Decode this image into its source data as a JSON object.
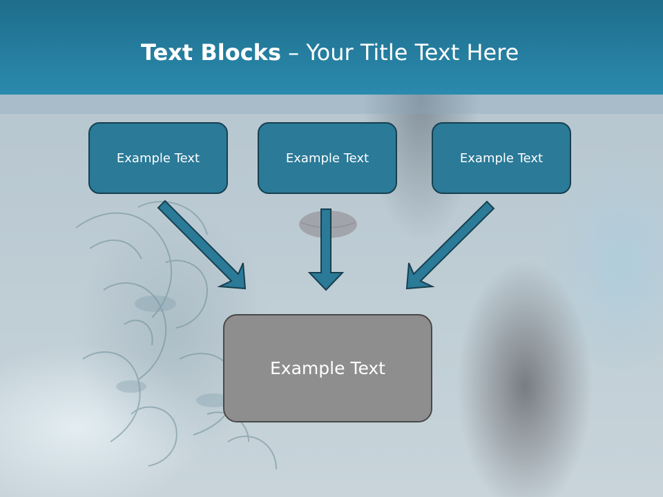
{
  "slide": {
    "title_bold": "Text Blocks",
    "title_rest": " – Your Title Text Here"
  },
  "blocks": {
    "top": [
      "Example Text",
      "Example Text",
      "Example Text"
    ],
    "center": "Example Text"
  },
  "colors": {
    "header": "#2a8aae",
    "box_fill": "#2a7a98",
    "box_border": "#163f4f",
    "center_fill": "#8e8e8e",
    "arrow_fill": "#2a7a98"
  }
}
